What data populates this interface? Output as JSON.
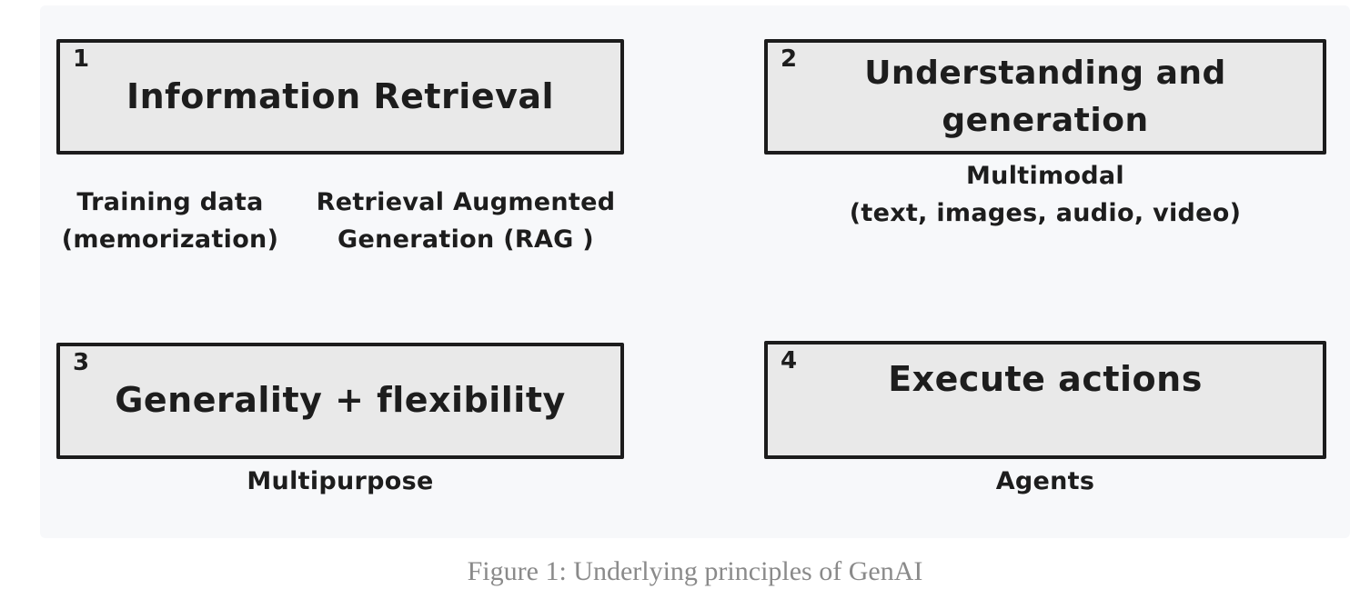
{
  "figure": {
    "caption": "Figure 1: Underlying principles of GenAI"
  },
  "colors": {
    "page_background": "#ffffff",
    "canvas_background": "#f7f8fa",
    "box_fill": "#e9e9e9",
    "box_border": "#1c1c1c",
    "text": "#1d1d1d",
    "caption_text": "#8a8a8a"
  },
  "diagram": {
    "boxes": [
      {
        "number": "1",
        "title": "Information Retrieval",
        "footnotes": [
          {
            "lines": [
              "Training data",
              "(memorization)"
            ]
          },
          {
            "lines": [
              "Retrieval Augmented",
              "Generation (RAG )"
            ]
          }
        ]
      },
      {
        "number": "2",
        "title": "Understanding and generation",
        "footnotes": [
          {
            "lines": [
              "Multimodal",
              "(text, images, audio, video)"
            ]
          }
        ]
      },
      {
        "number": "3",
        "title": "Generality + flexibility",
        "footnotes": [
          {
            "lines": [
              "Multipurpose"
            ]
          }
        ]
      },
      {
        "number": "4",
        "title": "Execute actions",
        "footnotes": [
          {
            "lines": [
              "Agents"
            ]
          }
        ]
      }
    ]
  }
}
